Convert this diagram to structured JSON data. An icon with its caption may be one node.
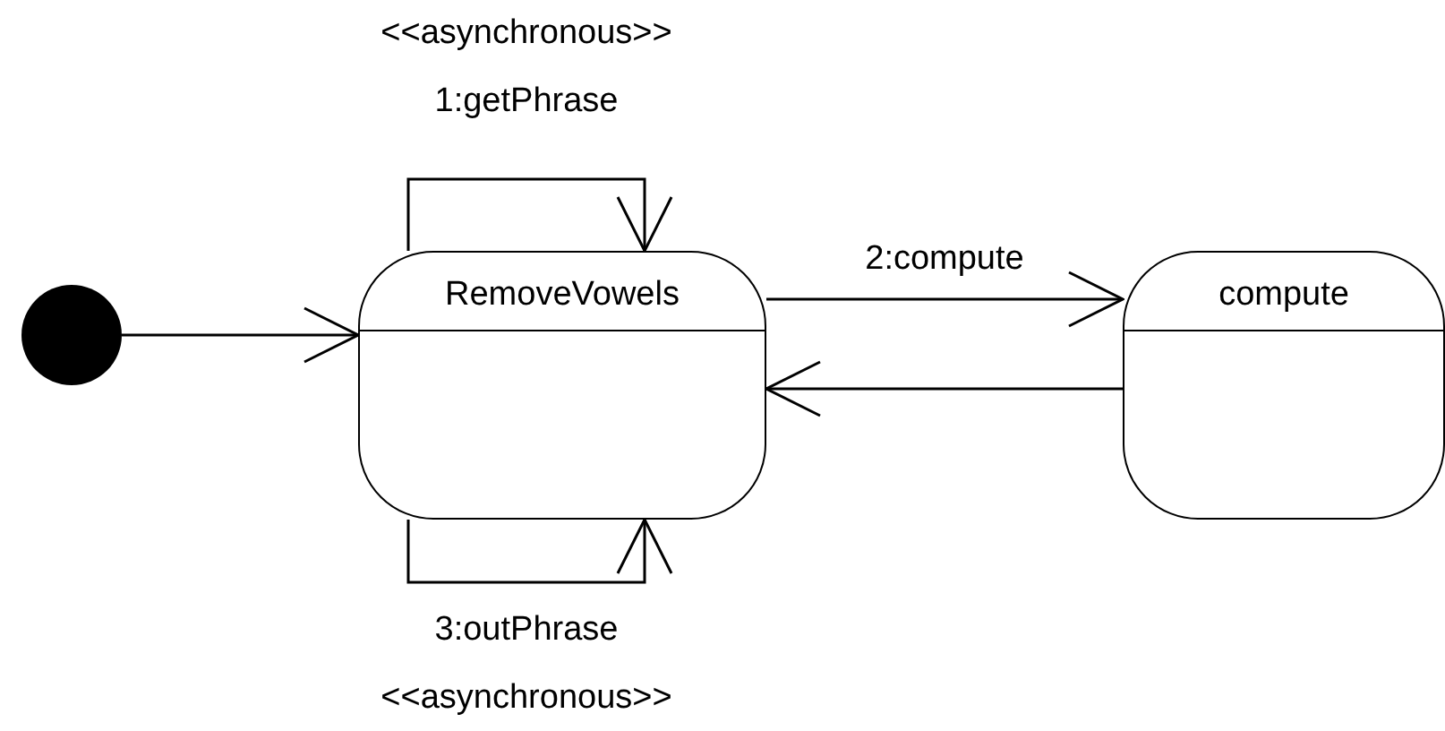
{
  "diagram": {
    "nodes": [
      {
        "text": [],
        "shape": "circle"
      },
      {
        "text": [
          "RemoveVowels"
        ]
      },
      {
        "text": [
          "compute"
        ]
      }
    ],
    "edges": [
      {
        "from": 0,
        "to": 1,
        "arrow": "to"
      },
      {
        "from": 1,
        "to": 1,
        "arrow": "to",
        "label": "<<asynchronous>> 1:getPhrase"
      },
      {
        "from": 1,
        "to": 2,
        "arrow": "to",
        "label": "2:compute"
      },
      {
        "from": 2,
        "to": 1,
        "arrow": "to"
      },
      {
        "from": 1,
        "to": 1,
        "arrow": "to",
        "label": "3:outPhrase <<asynchronous>>"
      }
    ]
  }
}
